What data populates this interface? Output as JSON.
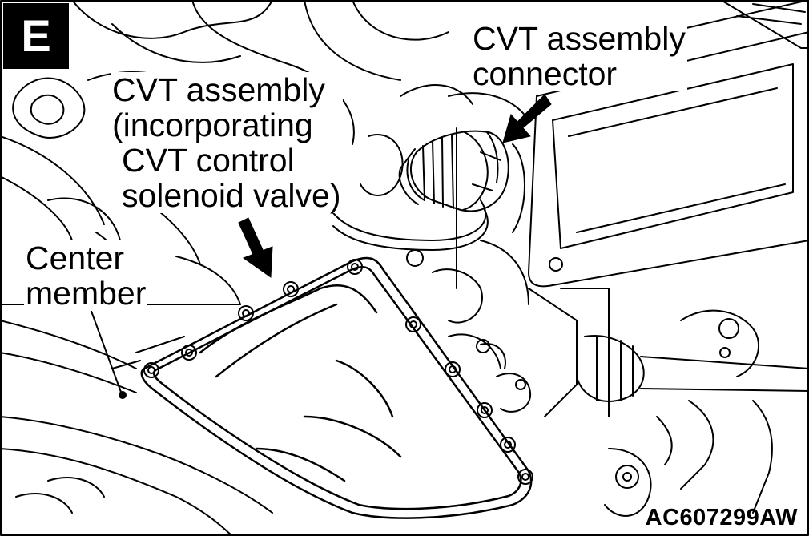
{
  "section_badge": "E",
  "labels": {
    "cvt_assembly": [
      "CVT assembly",
      "(incorporating",
      "CVT control",
      "solenoid valve)"
    ],
    "connector": [
      "CVT assembly",
      "connector"
    ],
    "center_member": [
      "Center",
      "member"
    ]
  },
  "figure_code": "AC607299AW",
  "colors": {
    "line": "#000000",
    "background": "#ffffff"
  }
}
